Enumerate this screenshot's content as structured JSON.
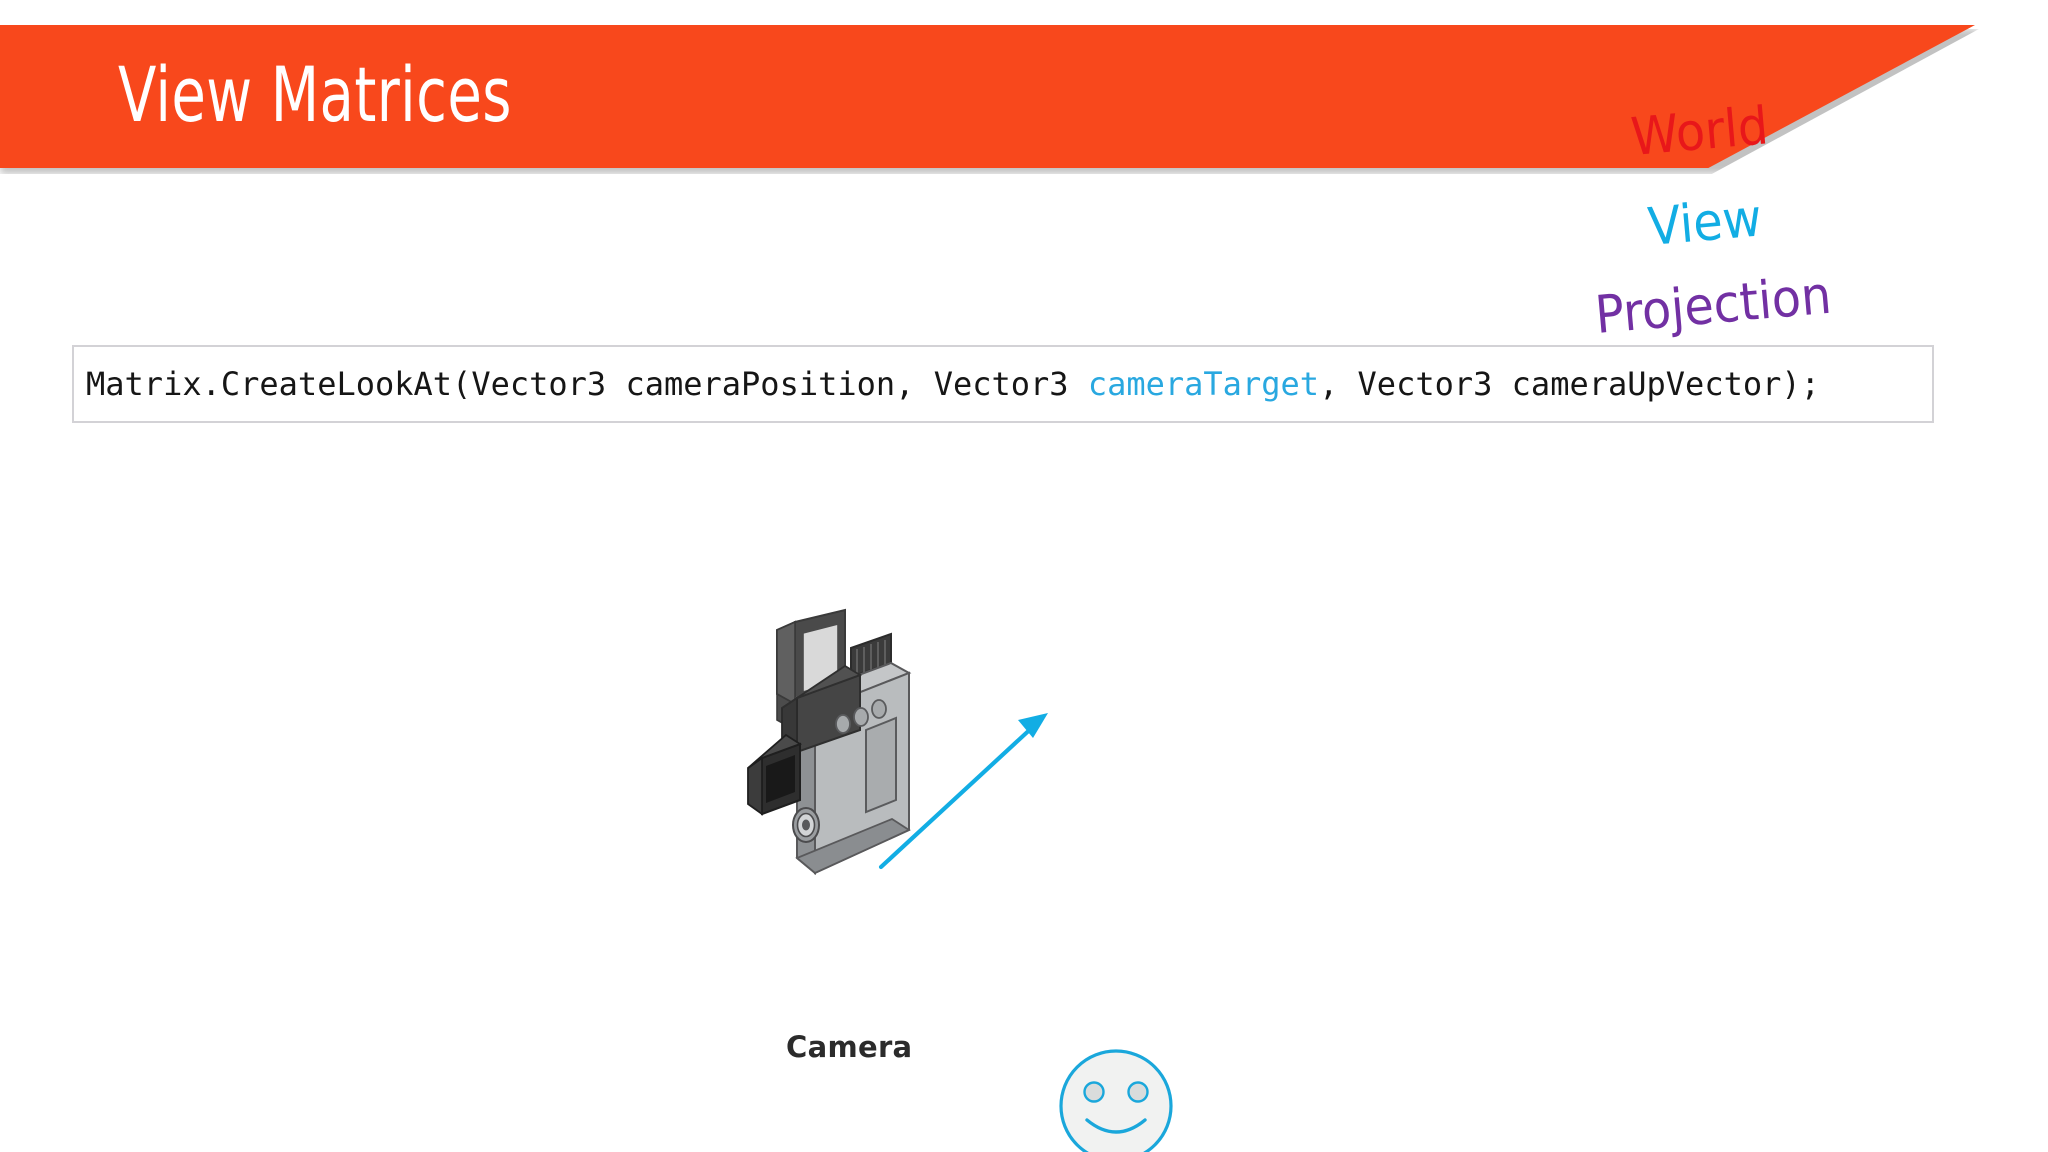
{
  "slide": {
    "title": "View Matrices",
    "background_color": "#FFFFFF",
    "banner_color": "#F8481C",
    "title_color": "#FFFFFF"
  },
  "pipeline_labels": [
    {
      "text": "World",
      "color": "#E8171A"
    },
    {
      "text": "View",
      "color": "#12ADE4"
    },
    {
      "text": "Projection",
      "color": "#7230A3"
    }
  ],
  "code": {
    "full_text": "Matrix.CreateLookAt(Vector3 cameraPosition, Vector3 cameraTarget, Vector3 cameraUpVector);",
    "before_highlight": "Matrix.CreateLookAt(Vector3 cameraPosition, Vector3 ",
    "highlight": "cameraTarget",
    "after_highlight": ", Vector3 cameraUpVector);",
    "highlight_color": "#29A8E0",
    "text_color": "#161616",
    "border_color": "#D3D2D6"
  },
  "diagram": {
    "camera_label": "Camera",
    "camera_label_color": "#2B2B2B",
    "arrow_color": "#12ADE4",
    "target_face": {
      "name": "smiley-face",
      "outline_color": "#1AA7DB",
      "fill_color": "#F1F2F1",
      "eye_color": "#B7BDBE"
    }
  }
}
